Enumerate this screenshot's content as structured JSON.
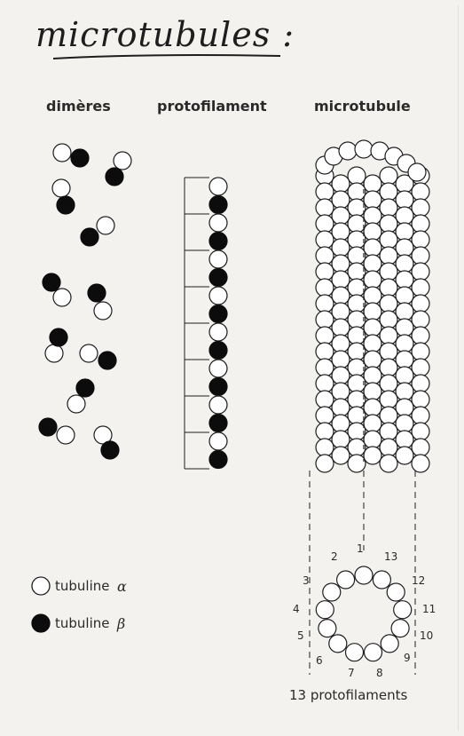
{
  "title": "microtubules :",
  "headings": {
    "dimers": "dimères",
    "protofilament": "protofilament",
    "microtubule": "microtubule"
  },
  "legend": {
    "alpha_label": "tubuline",
    "alpha_symbol": "α",
    "beta_label": "tubuline",
    "beta_symbol": "β"
  },
  "cross_section": {
    "numbers": [
      "1",
      "2",
      "13",
      "3",
      "12",
      "4",
      "11",
      "5",
      "10",
      "6",
      "9",
      "7",
      "8"
    ],
    "caption": "13 protofilaments"
  },
  "colors": {
    "alpha_fill": "#ffffff",
    "beta_fill": "#0c0c0c",
    "ink": "#1e1e1e"
  }
}
